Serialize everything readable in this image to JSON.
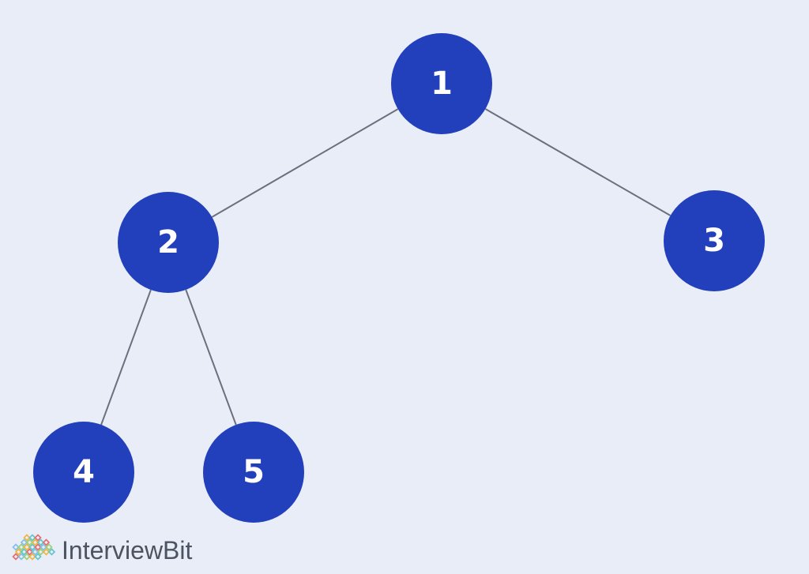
{
  "diagram": {
    "type": "binary-tree",
    "node_color": "#223fbc",
    "edge_color": "#6b6f7f",
    "background": "#e8edf7",
    "nodes": [
      {
        "id": "n1",
        "label": "1"
      },
      {
        "id": "n2",
        "label": "2"
      },
      {
        "id": "n3",
        "label": "3"
      },
      {
        "id": "n4",
        "label": "4"
      },
      {
        "id": "n5",
        "label": "5"
      }
    ],
    "edges": [
      {
        "from": "n1",
        "to": "n2"
      },
      {
        "from": "n1",
        "to": "n3"
      },
      {
        "from": "n2",
        "to": "n4"
      },
      {
        "from": "n2",
        "to": "n5"
      }
    ]
  },
  "branding": {
    "logo_text": "InterviewBit",
    "logo_icon": "interviewbit-diamond-logo-icon",
    "logo_color": "#4d5360"
  }
}
